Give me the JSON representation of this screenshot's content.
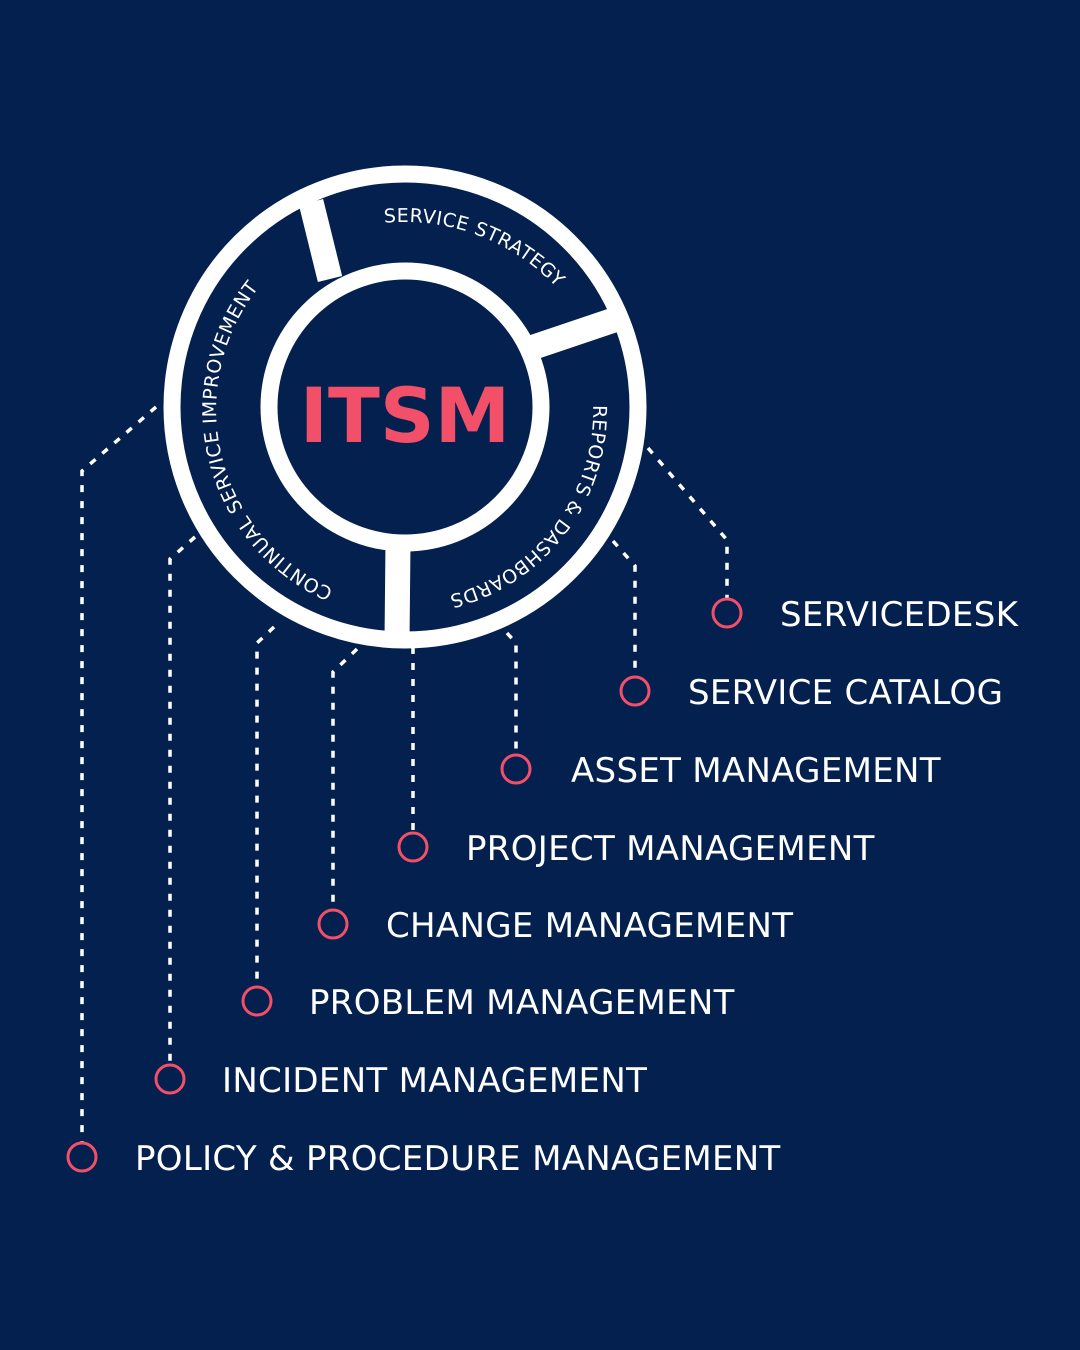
{
  "colors": {
    "background": "#04204e",
    "accent": "#f25068",
    "line": "#ffffff"
  },
  "hub": {
    "title": "ITSM"
  },
  "wheel": {
    "segments": [
      {
        "label": "SERVICE STRATEGY"
      },
      {
        "label": "REPORTS & DASHBOARDS"
      },
      {
        "label": "CONTINUAL SERVICE IMPROVEMENT"
      }
    ]
  },
  "items": [
    {
      "label": "SERVICEDESK"
    },
    {
      "label": "SERVICE CATALOG"
    },
    {
      "label": "ASSET MANAGEMENT"
    },
    {
      "label": "PROJECT MANAGEMENT"
    },
    {
      "label": "CHANGE MANAGEMENT"
    },
    {
      "label": "PROBLEM MANAGEMENT"
    },
    {
      "label": "INCIDENT MANAGEMENT"
    },
    {
      "label": "POLICY & PROCEDURE MANAGEMENT"
    }
  ]
}
